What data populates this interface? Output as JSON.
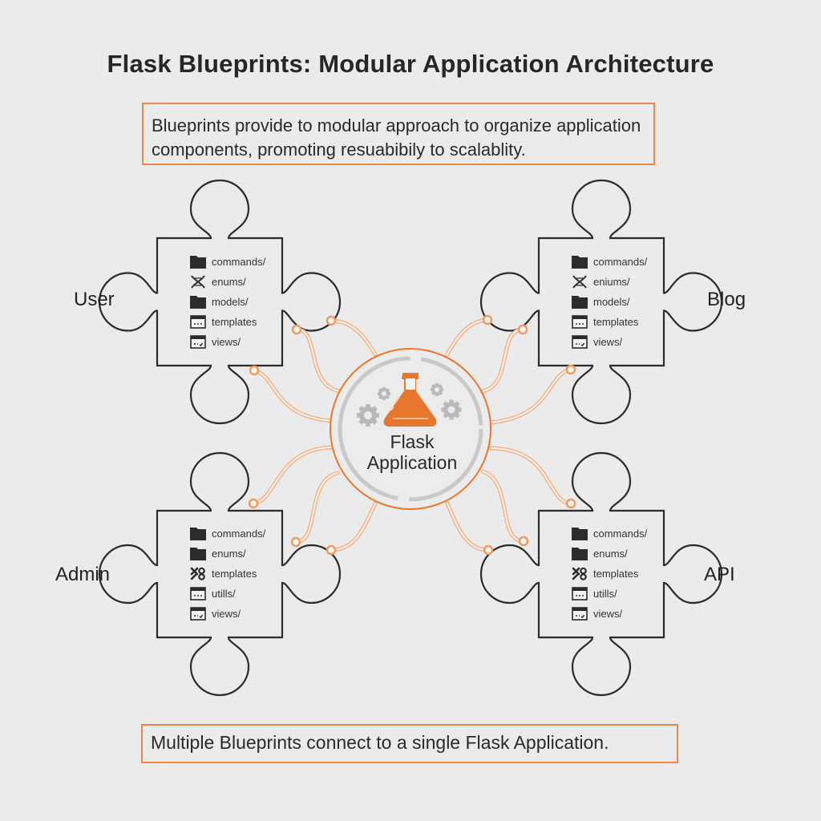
{
  "title": "Flask Blueprints: Modular Application Architecture",
  "intro": "Blueprints provide to modular approach to organize application components, promoting resuabibily to scalablity.",
  "footer": "Multiple Blueprints connect to a single Flask Application.",
  "center": {
    "line1": "Flask",
    "line2": "Application",
    "icon": "flask-beaker-icon",
    "decor_icons": [
      "gear-icon",
      "gear-icon",
      "gear-icon",
      "gear-icon"
    ]
  },
  "colors": {
    "accent": "#e8772e",
    "accent_light": "#f2b28a",
    "background": "#ebebeb",
    "outline": "#2b2b2b",
    "gear": "#b9b9b9"
  },
  "blueprints": [
    {
      "name": "User",
      "items": [
        {
          "icon": "folder-icon",
          "label": "commands/"
        },
        {
          "icon": "dna-icon",
          "label": "enums/"
        },
        {
          "icon": "folder-icon",
          "label": "models/"
        },
        {
          "icon": "window-icon",
          "label": "templates"
        },
        {
          "icon": "window-check-icon",
          "label": "views/"
        }
      ]
    },
    {
      "name": "Blog",
      "items": [
        {
          "icon": "folder-icon",
          "label": "commands/"
        },
        {
          "icon": "dna-icon",
          "label": "eniums/"
        },
        {
          "icon": "folder-icon",
          "label": "models/"
        },
        {
          "icon": "window-icon",
          "label": "templates"
        },
        {
          "icon": "window-check-icon",
          "label": "views/"
        }
      ]
    },
    {
      "name": "Admin",
      "items": [
        {
          "icon": "folder-icon",
          "label": "commands/"
        },
        {
          "icon": "folder-icon",
          "label": "enums/"
        },
        {
          "icon": "tools-icon",
          "label": "templates"
        },
        {
          "icon": "window-icon",
          "label": "utills/"
        },
        {
          "icon": "window-check-icon",
          "label": "views/"
        }
      ]
    },
    {
      "name": "API",
      "items": [
        {
          "icon": "folder-icon",
          "label": "commands/"
        },
        {
          "icon": "folder-icon",
          "label": "enums/"
        },
        {
          "icon": "tools-icon",
          "label": "templates"
        },
        {
          "icon": "window-icon",
          "label": "utills/"
        },
        {
          "icon": "window-check-icon",
          "label": "views/"
        }
      ]
    }
  ]
}
